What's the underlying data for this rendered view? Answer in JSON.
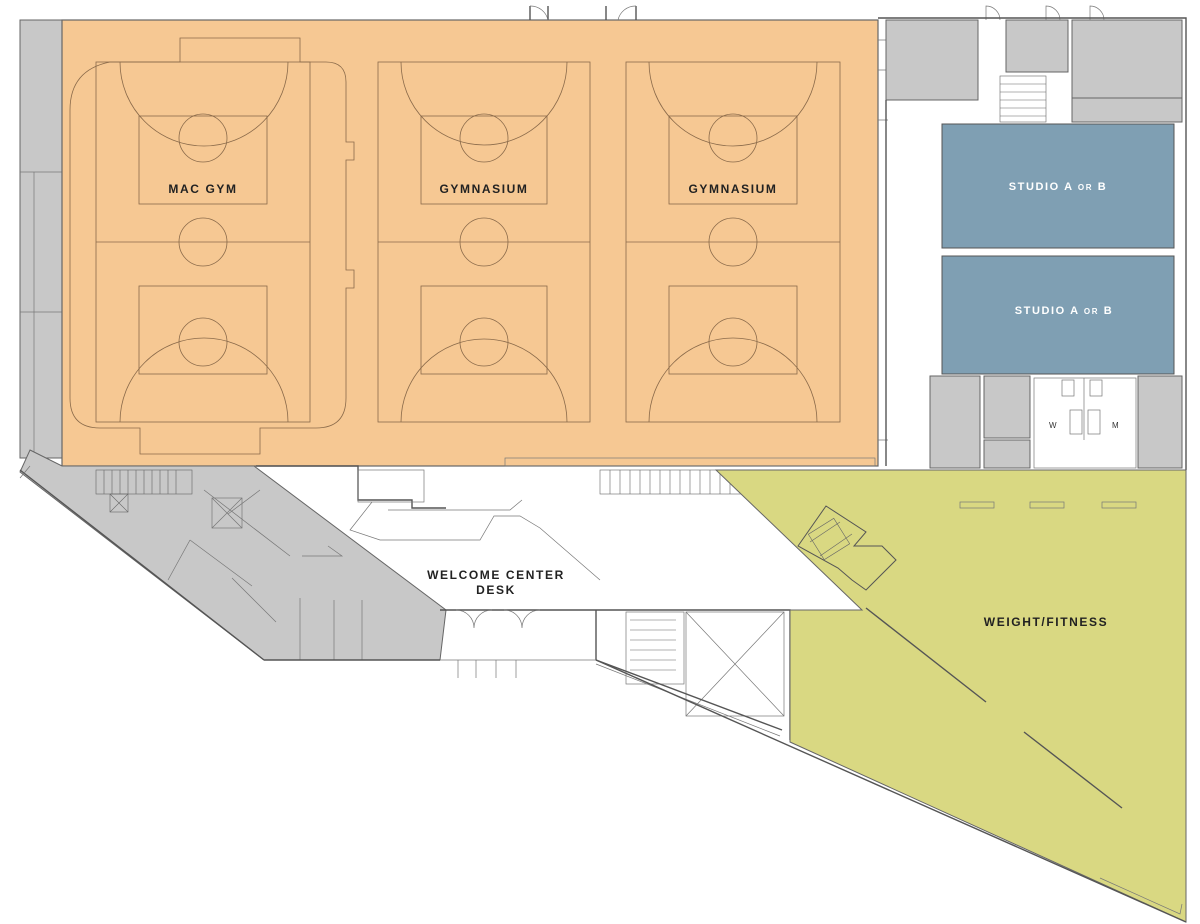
{
  "rooms": {
    "mac_gym": {
      "label": "MAC GYM",
      "color": "#f6c893"
    },
    "gym_center": {
      "label": "GYMNASIUM",
      "color": "#f6c893"
    },
    "gym_right": {
      "label": "GYMNASIUM",
      "color": "#f6c893"
    },
    "studio_upper": {
      "label_main": "STUDIO A ",
      "label_small": "OR",
      "label_end": " B",
      "color": "#7f9fb3"
    },
    "studio_lower": {
      "label_main": "STUDIO A ",
      "label_small": "OR",
      "label_end": " B",
      "color": "#7f9fb3"
    },
    "welcome_center": {
      "line1": "WELCOME CENTER",
      "line2": "DESK"
    },
    "weight_fitness": {
      "label": "WEIGHT/FITNESS",
      "color": "#d9d882"
    },
    "restroom_women": {
      "label": "W"
    },
    "restroom_men": {
      "label": "M"
    }
  },
  "colors": {
    "service_gray": "#c8c8c8",
    "wall": "#555555"
  }
}
